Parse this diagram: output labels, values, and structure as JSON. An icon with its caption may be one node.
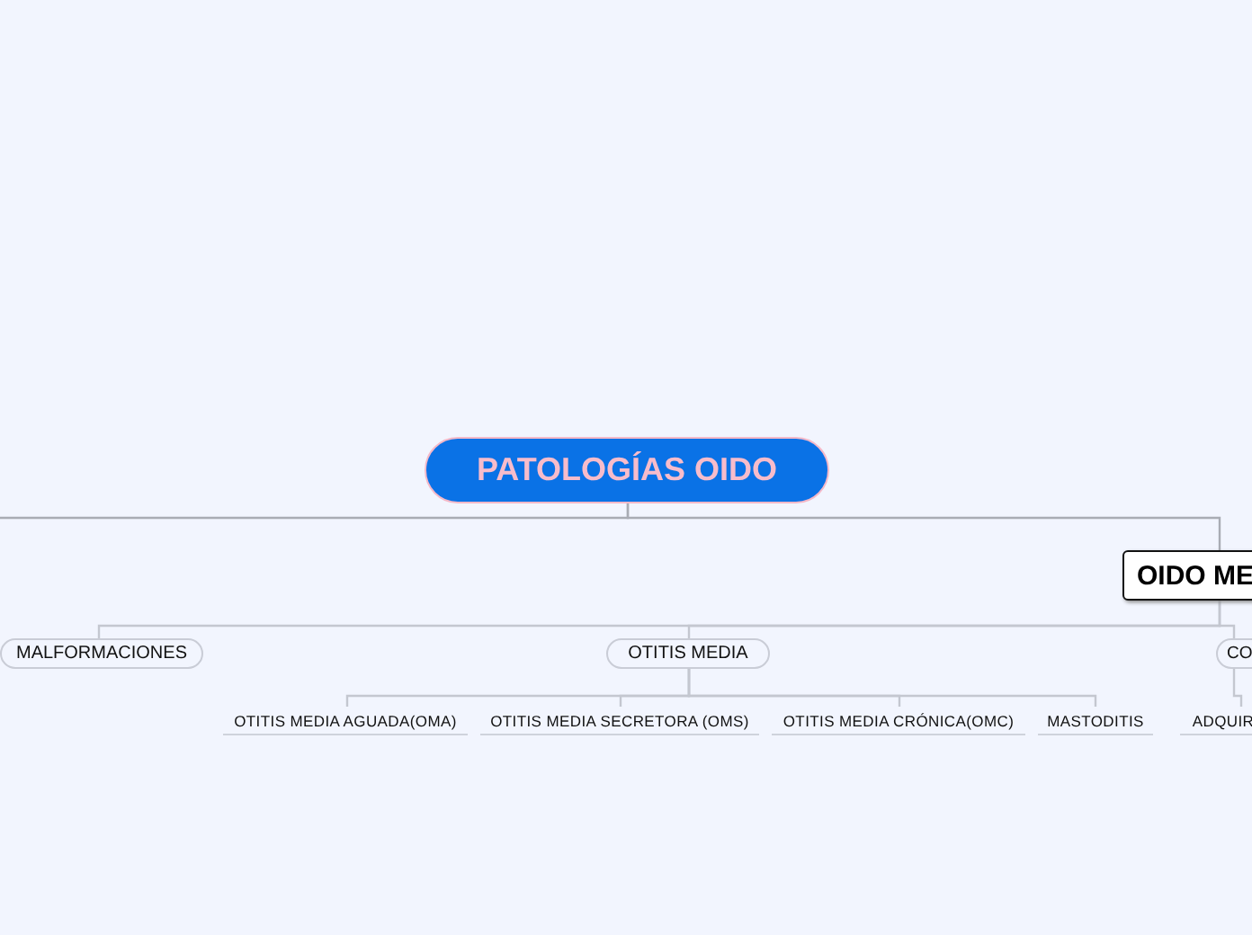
{
  "diagram": {
    "nodes": [
      {
        "text": [
          "PATOLOGÍAS OIDO"
        ]
      },
      {
        "text": [
          "OIDO ME"
        ]
      },
      {
        "text": [
          "MALFORMACIONES"
        ]
      },
      {
        "text": [
          "OTITIS MEDIA"
        ]
      },
      {
        "text": [
          "CO"
        ]
      },
      {
        "text": [
          "OTITIS MEDIA AGUADA(OMA)"
        ]
      },
      {
        "text": [
          "OTITIS MEDIA SECRETORA (OMS)"
        ]
      },
      {
        "text": [
          "OTITIS MEDIA CRÓNICA(OMC)"
        ]
      },
      {
        "text": [
          "MASTODITIS"
        ]
      },
      {
        "text": [
          "ADQUIR"
        ]
      }
    ],
    "edges": [
      {
        "from": 0,
        "to": 1,
        "arrow": "none"
      },
      {
        "from": 0,
        "to": null,
        "arrow": "none"
      },
      {
        "from": 1,
        "to": 2,
        "arrow": "none"
      },
      {
        "from": 1,
        "to": 3,
        "arrow": "none"
      },
      {
        "from": 1,
        "to": 4,
        "arrow": "none"
      },
      {
        "from": 3,
        "to": 5,
        "arrow": "none"
      },
      {
        "from": 3,
        "to": 6,
        "arrow": "none"
      },
      {
        "from": 3,
        "to": 7,
        "arrow": "none"
      },
      {
        "from": 3,
        "to": 8,
        "arrow": "none"
      },
      {
        "from": 4,
        "to": 9,
        "arrow": "none"
      }
    ]
  }
}
